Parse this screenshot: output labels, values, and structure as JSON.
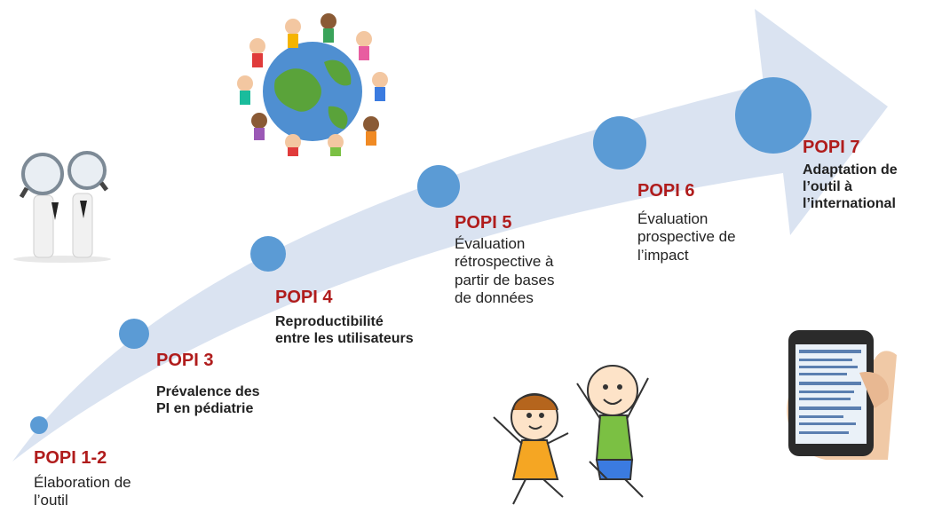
{
  "colors": {
    "arrow": "#d6e0ef",
    "node": "#5b9bd5",
    "title": "#b01c1c",
    "text": "#222222"
  },
  "milestones": [
    {
      "title": "POPI 1-2",
      "description": "Élaboration de\nl’outil",
      "emphasis": "regular"
    },
    {
      "title": "POPI 3",
      "description": "Prévalence des\nPI en pédiatrie",
      "emphasis": "bold"
    },
    {
      "title": "POPI 4",
      "description": "Reproductibilité\nentre les utilisateurs",
      "emphasis": "bold"
    },
    {
      "title": "POPI 5",
      "description": "Évaluation\nrétrospective à\npartir de bases\nde données",
      "emphasis": "regular"
    },
    {
      "title": "POPI 6",
      "description": "Évaluation\nprospective de\nl’impact",
      "emphasis": "regular"
    },
    {
      "title": "POPI 7",
      "description": "Adaptation de\nl’outil à\nl’international",
      "emphasis": "bold"
    }
  ],
  "illustrations": [
    {
      "name": "magnifier-people-illustration"
    },
    {
      "name": "kids-around-globe-illustration"
    },
    {
      "name": "jumping-kids-illustration"
    },
    {
      "name": "smartphone-in-hand-illustration"
    }
  ]
}
